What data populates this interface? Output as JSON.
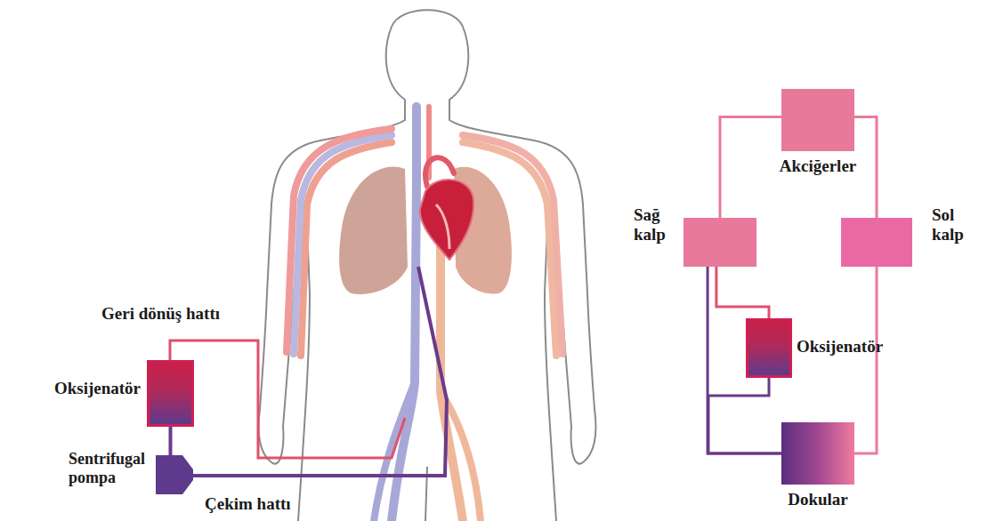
{
  "diagram": {
    "nodes": [
      {
        "text": [
          "Akciğerler"
        ]
      },
      {
        "text": [
          "Sağ kalp"
        ]
      },
      {
        "text": [
          "Sol kalp"
        ]
      },
      {
        "text": [
          "Oksijenatör"
        ]
      },
      {
        "text": [
          "Oksijenatör"
        ]
      },
      {
        "text": [
          "Sentrifugal pompa"
        ]
      },
      {
        "text": [
          "Dokular"
        ]
      }
    ],
    "edges": [
      {
        "from": 1,
        "to": 0,
        "arrow": "none"
      },
      {
        "from": 0,
        "to": 2,
        "arrow": "none"
      },
      {
        "from": 2,
        "to": 6,
        "arrow": "none"
      },
      {
        "from": 6,
        "to": 1,
        "arrow": "none"
      },
      {
        "from": 1,
        "to": 3,
        "arrow": "none"
      },
      {
        "from": 3,
        "to": 6,
        "arrow": "none"
      },
      {
        "from": 5,
        "to": 4,
        "arrow": "none"
      }
    ],
    "labels": [
      "Geri dönüş hattı",
      "Çekim hattı"
    ]
  }
}
